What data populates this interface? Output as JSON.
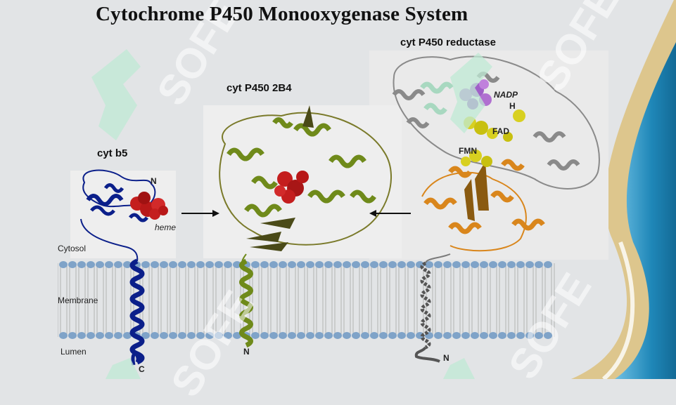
{
  "slide": {
    "title": "Cytochrome P450 Monooxygenase System",
    "labels": {
      "cyt_b5": "cyt b5",
      "cyt_p450_2b4": "cyt P450 2B4",
      "reductase": "cyt P450 reductase",
      "nadph_1": "NADP",
      "nadph_2": "H",
      "fad": "FAD",
      "fmn": "FMN",
      "heme": "heme",
      "n_b5": "N",
      "n_p450": "N",
      "n_red": "N",
      "c_b5": "C",
      "cytosol": "Cytosol",
      "membrane": "Membrane",
      "lumen": "Lumen"
    },
    "watermark": "SOFE",
    "colors": {
      "cyt_b5": "#0b1f8a",
      "heme": "#c41e1e",
      "cyt_p450": "#6f8a1a",
      "reductase_orange": "#d9861c",
      "reductase_grey": "#8a8a8a",
      "reductase_teal": "#a8d8c0",
      "nadph": "#b070d0",
      "fad_fmn": "#d8d020",
      "membrane_head": "#7fa3c8",
      "accent_blue": "#1f87b8",
      "accent_gold": "#d9b25a"
    }
  }
}
